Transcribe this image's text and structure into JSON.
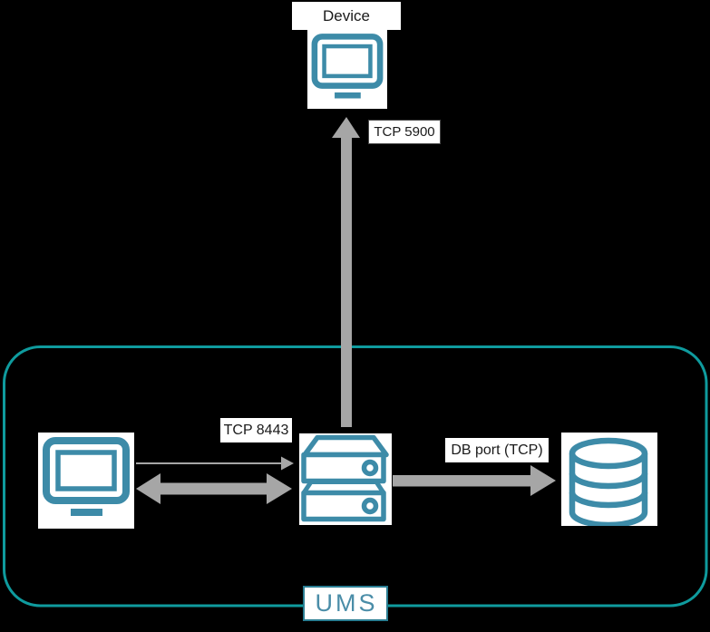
{
  "diagram": {
    "nodes": {
      "device": {
        "label": "Device",
        "icon": "monitor-icon"
      },
      "console": {
        "icon": "monitor-icon"
      },
      "server": {
        "icon": "server-icon"
      },
      "database": {
        "icon": "database-icon"
      }
    },
    "edges": {
      "server_to_device": {
        "label": "TCP 5900",
        "direction": "up",
        "style": "thick"
      },
      "console_to_server": {
        "label": "TCP 8443",
        "direction": "right",
        "style": "thin"
      },
      "console_server_sync": {
        "direction": "both",
        "style": "thick"
      },
      "server_to_database": {
        "label": "DB port (TCP)",
        "direction": "right",
        "style": "thick"
      }
    },
    "group": {
      "label": "UMS"
    },
    "colors": {
      "background": "#000000",
      "boundary_teal": "#0f9b9e",
      "icon_teal": "#3d8ba8",
      "arrow_gray": "#a6a6a6",
      "label_background": "#ffffff",
      "label_text": "#1a1a1a",
      "ums_text_teal": "#4a8da8",
      "ums_border_teal": "#2a7d92"
    }
  }
}
